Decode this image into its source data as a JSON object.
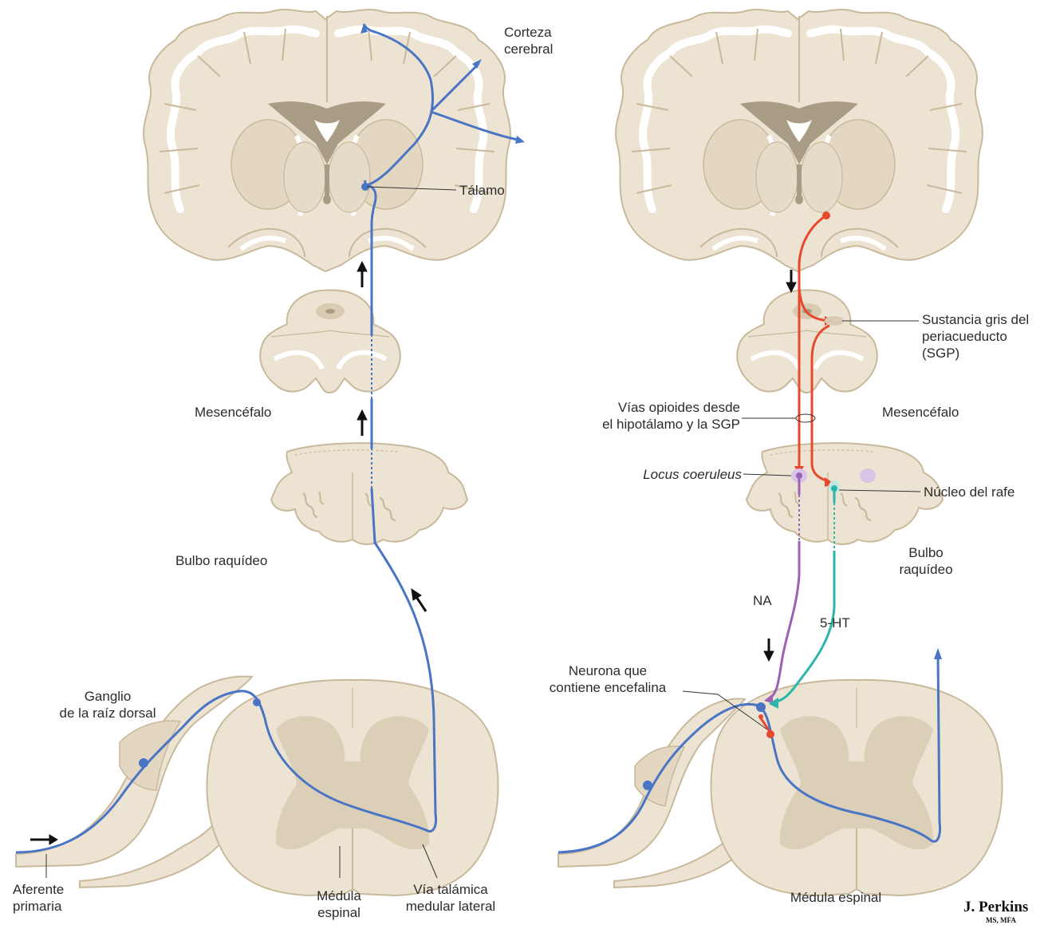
{
  "colors": {
    "tissue": "#ece3d3",
    "tissue_edge": "#c9b99b",
    "gray_matter": "#dccfb8",
    "ventricle": "#a99c84",
    "ascending_pathway": "#4a74c4",
    "opioid_pathway": "#e8482c",
    "noradrenergic_pathway": "#9c62b4",
    "serotonergic_pathway": "#2cb6aa",
    "arrow": "#111111"
  },
  "left_panel": {
    "cortex_label": "Corteza\ncerebral",
    "thalamus_label": "Tálamo",
    "midbrain_label": "Mesencéfalo",
    "medulla_label": "Bulbo raquídeo",
    "ganglion_label": "Ganglio\nde la raíz dorsal",
    "afferent_label": "Aferente\nprimaria",
    "spinal_cord_label": "Médula\nespinal",
    "tract_label": "Vía talámica\nmedular lateral"
  },
  "right_panel": {
    "pag_label": "Sustancia gris del\nperiacueducto\n(SGP)",
    "opioid_label": "Vías opioides desde\nel hipotálamo y la SGP",
    "midbrain_label": "Mesencéfalo",
    "locus_label": "Locus coeruleus",
    "raphe_label": "Núcleo del rafe",
    "medulla_label": "Bulbo\nraquídeo",
    "na_label": "NA",
    "ht_label": "5-HT",
    "enkephalin_label": "Neurona que\ncontiene encefalina",
    "spinal_cord_label": "Médula espinal"
  },
  "signature": {
    "name": "J. Perkins",
    "credentials": "MS, MFA"
  }
}
